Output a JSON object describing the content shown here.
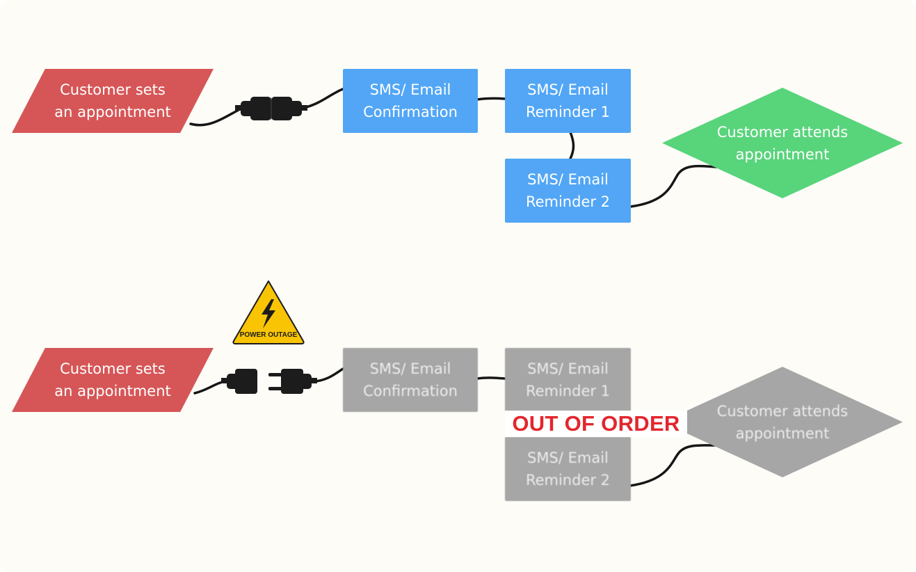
{
  "colors": {
    "background": "#fdfcf7",
    "start_node": "#d65657",
    "process_node": "#52a6f5",
    "end_node": "#58d47b",
    "disabled_node": "#a6a6a6",
    "out_of_order_text": "#e3262d",
    "warning_sign": "#f9c404",
    "wire": "#161616"
  },
  "flow_working": {
    "state": "connected",
    "start": {
      "label": "Customer sets\nan appointment"
    },
    "connector_icon": "plug-connected-icon",
    "confirmation": {
      "label": "SMS/ Email\nConfirmation"
    },
    "reminder1": {
      "label": "SMS/ Email\nReminder 1"
    },
    "reminder2": {
      "label": "SMS/ Email\nReminder 2"
    },
    "end": {
      "label": "Customer attends\nappointment"
    }
  },
  "flow_broken": {
    "state": "disconnected",
    "start": {
      "label": "Customer sets\nan appointment"
    },
    "connector_icon": "plug-disconnected-icon",
    "warning": {
      "icon": "lightning-bolt-icon",
      "label": "POWER OUTAGE"
    },
    "confirmation": {
      "label": "SMS/ Email\nConfirmation"
    },
    "reminder1": {
      "label": "SMS/ Email\nReminder 1"
    },
    "reminder2": {
      "label": "SMS/ Email\nReminder 2"
    },
    "end": {
      "label": "Customer attends\nappointment"
    },
    "status_label": "OUT OF ORDER"
  }
}
